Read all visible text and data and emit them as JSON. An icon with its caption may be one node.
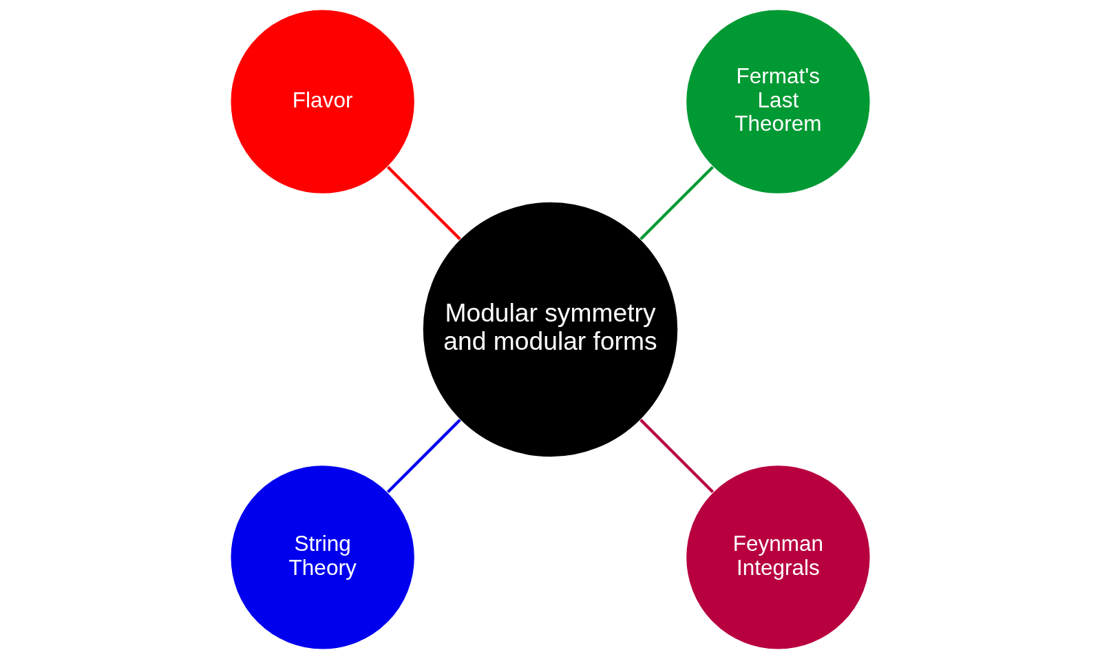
{
  "diagram": {
    "nodes": [
      {
        "text": [
          "Modular symmetry and modular forms"
        ]
      },
      {
        "text": [
          "Fermat's Last Theorem"
        ]
      },
      {
        "text": [
          "Flavor"
        ]
      },
      {
        "text": [
          "String Theory"
        ]
      },
      {
        "text": [
          "Feynman Integrals"
        ]
      }
    ],
    "edges": [
      {
        "from": 0,
        "to": 1,
        "arrow": "none",
        "color": "#009933"
      },
      {
        "from": 0,
        "to": 2,
        "arrow": "none",
        "color": "#ff0000"
      },
      {
        "from": 0,
        "to": 3,
        "arrow": "none",
        "color": "#0000ee"
      },
      {
        "from": 0,
        "to": 4,
        "arrow": "none",
        "color": "#b80040"
      }
    ]
  }
}
